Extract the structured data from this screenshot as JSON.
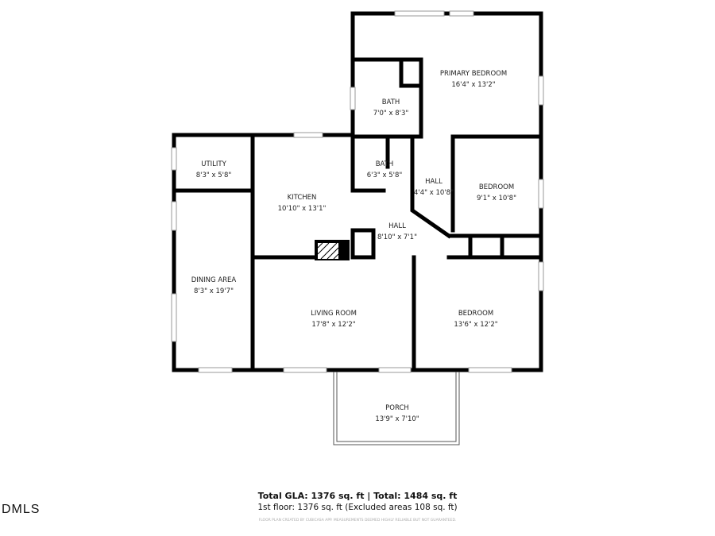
{
  "rooms": [
    {
      "name": "PRIMARY BEDROOM",
      "size": "16'4\" x 13'2\""
    },
    {
      "name": "BATH",
      "size": "7'0\" x 8'3\""
    },
    {
      "name": "UTILITY",
      "size": "8'3\" x 5'8\""
    },
    {
      "name": "KITCHEN",
      "size": "10'10\" x 13'1\""
    },
    {
      "name": "BATH",
      "size": "6'3\" x 5'8\""
    },
    {
      "name": "HALL",
      "size": "4'4\" x 10'8\""
    },
    {
      "name": "BEDROOM",
      "size": "9'1\" x 10'8\""
    },
    {
      "name": "HALL",
      "size": "8'10\" x 7'1\""
    },
    {
      "name": "DINING AREA",
      "size": "8'3\" x 19'7\""
    },
    {
      "name": "LIVING ROOM",
      "size": "17'8\" x 12'2\""
    },
    {
      "name": "BEDROOM",
      "size": "13'6\" x 12'2\""
    },
    {
      "name": "PORCH",
      "size": "13'9\" x 7'10\""
    }
  ],
  "totals": {
    "line1": "Total GLA: 1376 sq. ft | Total: 1484 sq. ft",
    "line2": "1st floor: 1376 sq. ft (Excluded areas 108 sq. ft)"
  },
  "disclaimer": "FLOOR PLAN CREATED BY CUBICASA APP. MEASUREMENTS DEEMED HIGHLY RELIABLE BUT NOT GUARANTEED.",
  "logo": "DMLS"
}
